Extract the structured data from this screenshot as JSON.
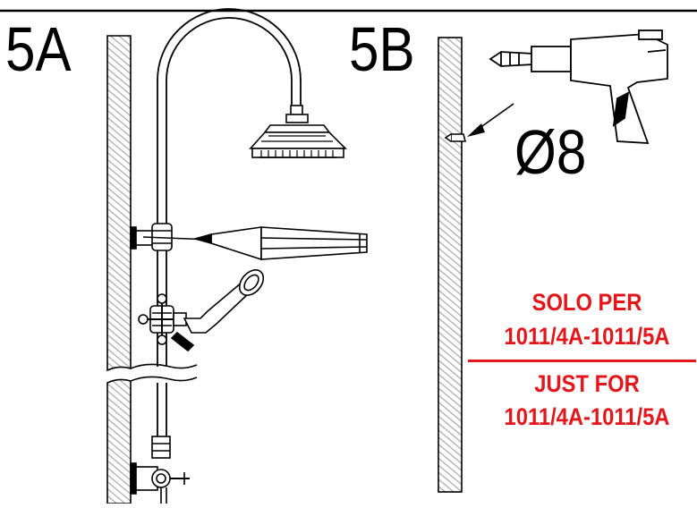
{
  "labels": {
    "step_a": "5A",
    "step_b": "5B",
    "drill_size": "Ø8"
  },
  "note": {
    "line1": "SOLO PER",
    "line2": "1011/4A-1011/5A",
    "line3": "JUST FOR",
    "line4": "1011/4A-1011/5A"
  },
  "colors": {
    "ink": "#000000",
    "note": "#e3161b",
    "wall_hatch": "#9a9a9a"
  }
}
